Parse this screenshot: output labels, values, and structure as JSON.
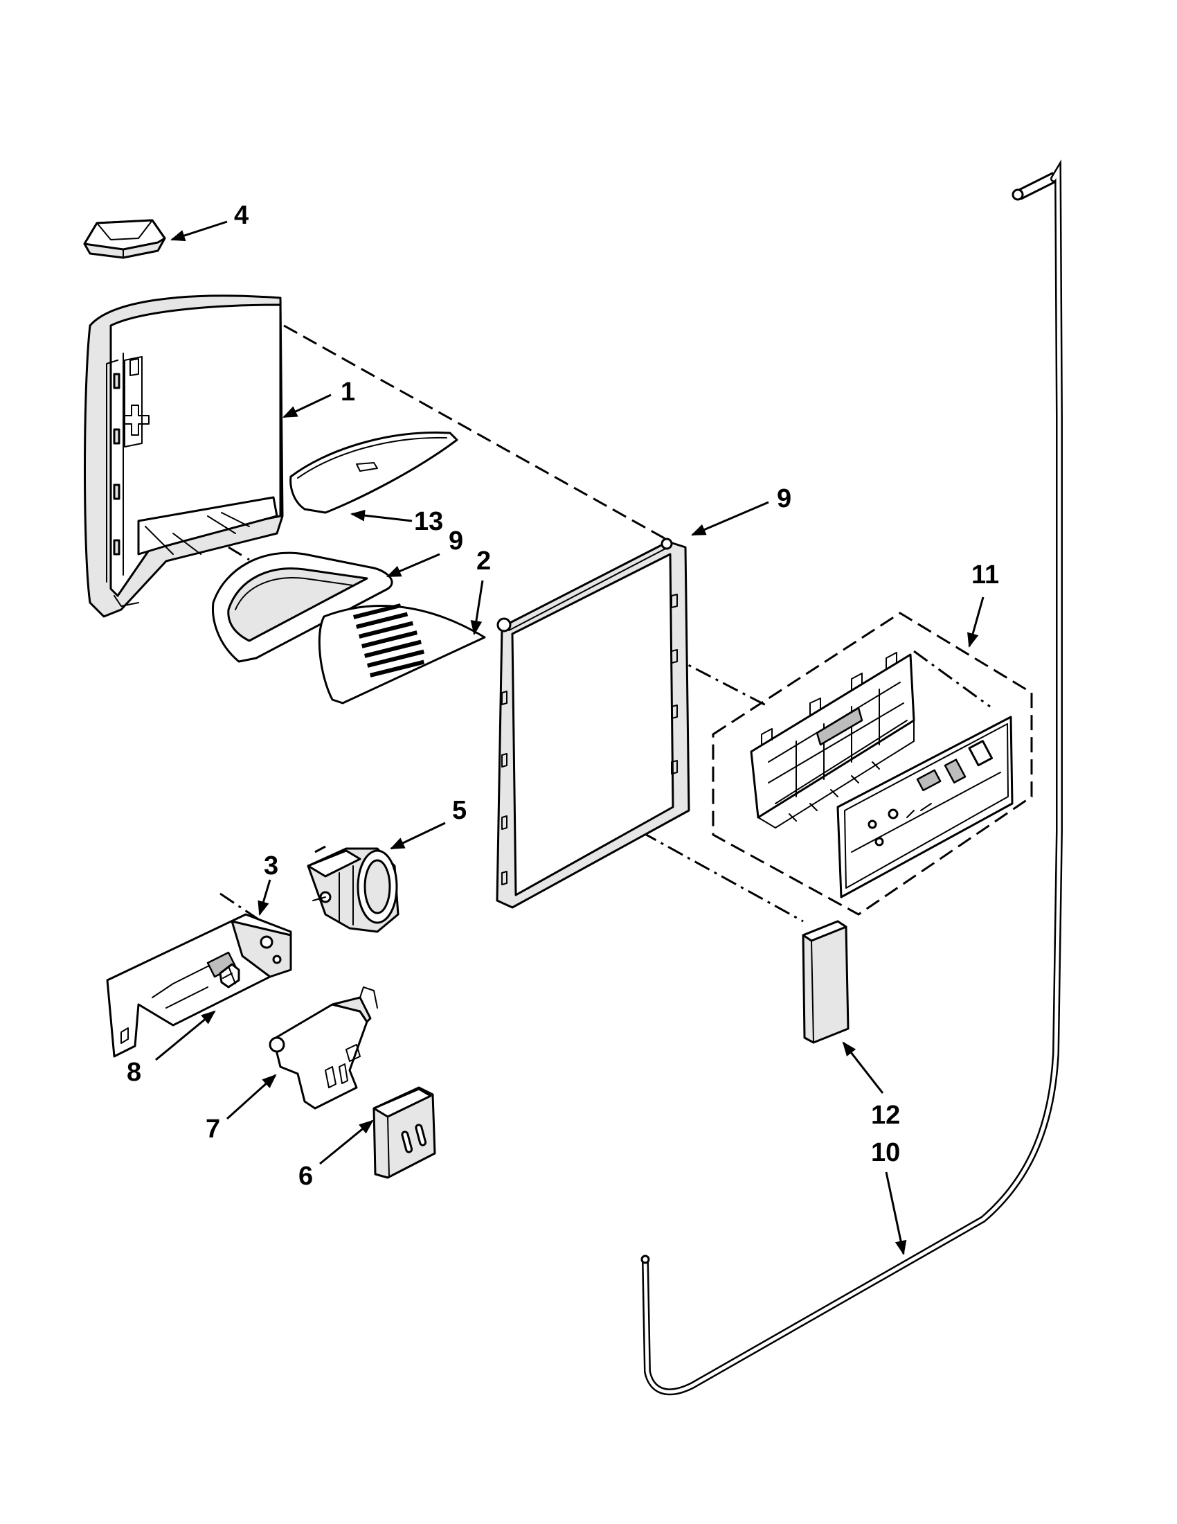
{
  "callouts": [
    {
      "id": "c4",
      "label": "4"
    },
    {
      "id": "c1",
      "label": "1"
    },
    {
      "id": "c13",
      "label": "13"
    },
    {
      "id": "c9a",
      "label": "9"
    },
    {
      "id": "c9b",
      "label": "9"
    },
    {
      "id": "c2",
      "label": "2"
    },
    {
      "id": "c11",
      "label": "11"
    },
    {
      "id": "c5",
      "label": "5"
    },
    {
      "id": "c3",
      "label": "3"
    },
    {
      "id": "c8",
      "label": "8"
    },
    {
      "id": "c7",
      "label": "7"
    },
    {
      "id": "c6",
      "label": "6"
    },
    {
      "id": "c12",
      "label": "12"
    },
    {
      "id": "c10",
      "label": "10"
    }
  ],
  "colors": {
    "line": "#000000",
    "fill": "#ffffff",
    "shade": "#e6e6e6"
  }
}
